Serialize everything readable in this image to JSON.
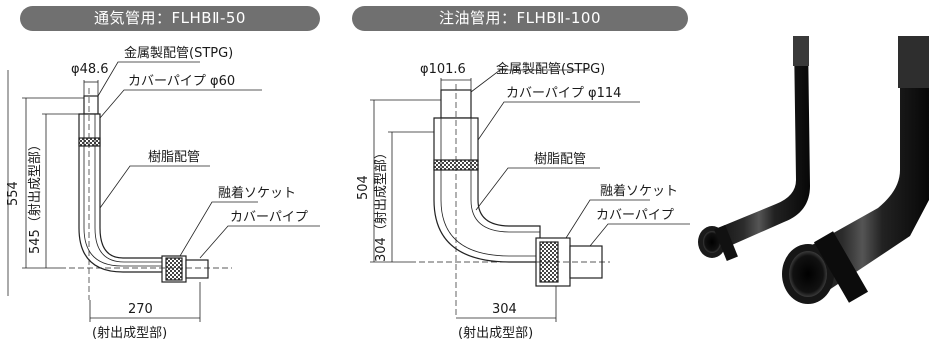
{
  "headers": {
    "left": "通気管用：FLHBⅡ-50",
    "right": "注油管用：FLHBⅡ-100"
  },
  "left_diagram": {
    "dim_top": "φ48.6",
    "metal_pipe": "金属製配管(STPG)",
    "cover_pipe_dia": "カバーパイプ φ60",
    "resin_pipe": "樹脂配管",
    "fusion_socket": "融着ソケット",
    "cover_pipe": "カバーパイプ",
    "dim_total_height": "554",
    "dim_molded_height": "545（射出成型部）",
    "dim_width": "270",
    "dim_width_note": "(射出成型部)"
  },
  "right_diagram": {
    "dim_top": "φ101.6",
    "metal_pipe": "金属製配管(STPG)",
    "cover_pipe_dia": "カバーパイプ φ114",
    "resin_pipe": "樹脂配管",
    "fusion_socket": "融着ソケット",
    "cover_pipe": "カバーパイプ",
    "dim_total_height": "504",
    "dim_molded_height": "304（射出成型部）",
    "dim_width": "304",
    "dim_width_note": "(射出成型部)"
  }
}
